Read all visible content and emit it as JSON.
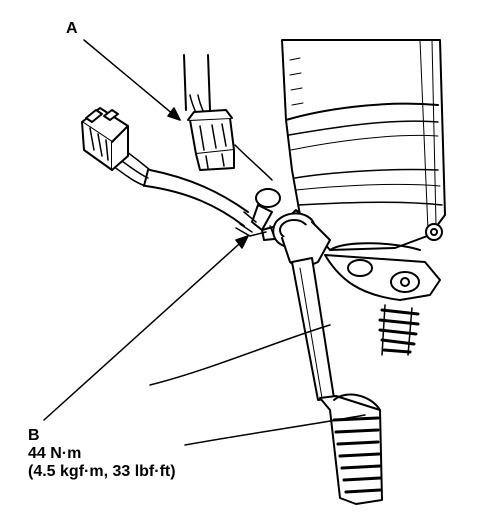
{
  "callouts": {
    "a": {
      "letter": "A"
    },
    "b": {
      "letter": "B",
      "torque_nm": "44 N·m",
      "torque_alt": "(4.5 kgf·m, 33 lbf·ft)"
    }
  },
  "colors": {
    "ink": "#000000",
    "paper": "#ffffff",
    "shade": "#d8d8d8"
  }
}
